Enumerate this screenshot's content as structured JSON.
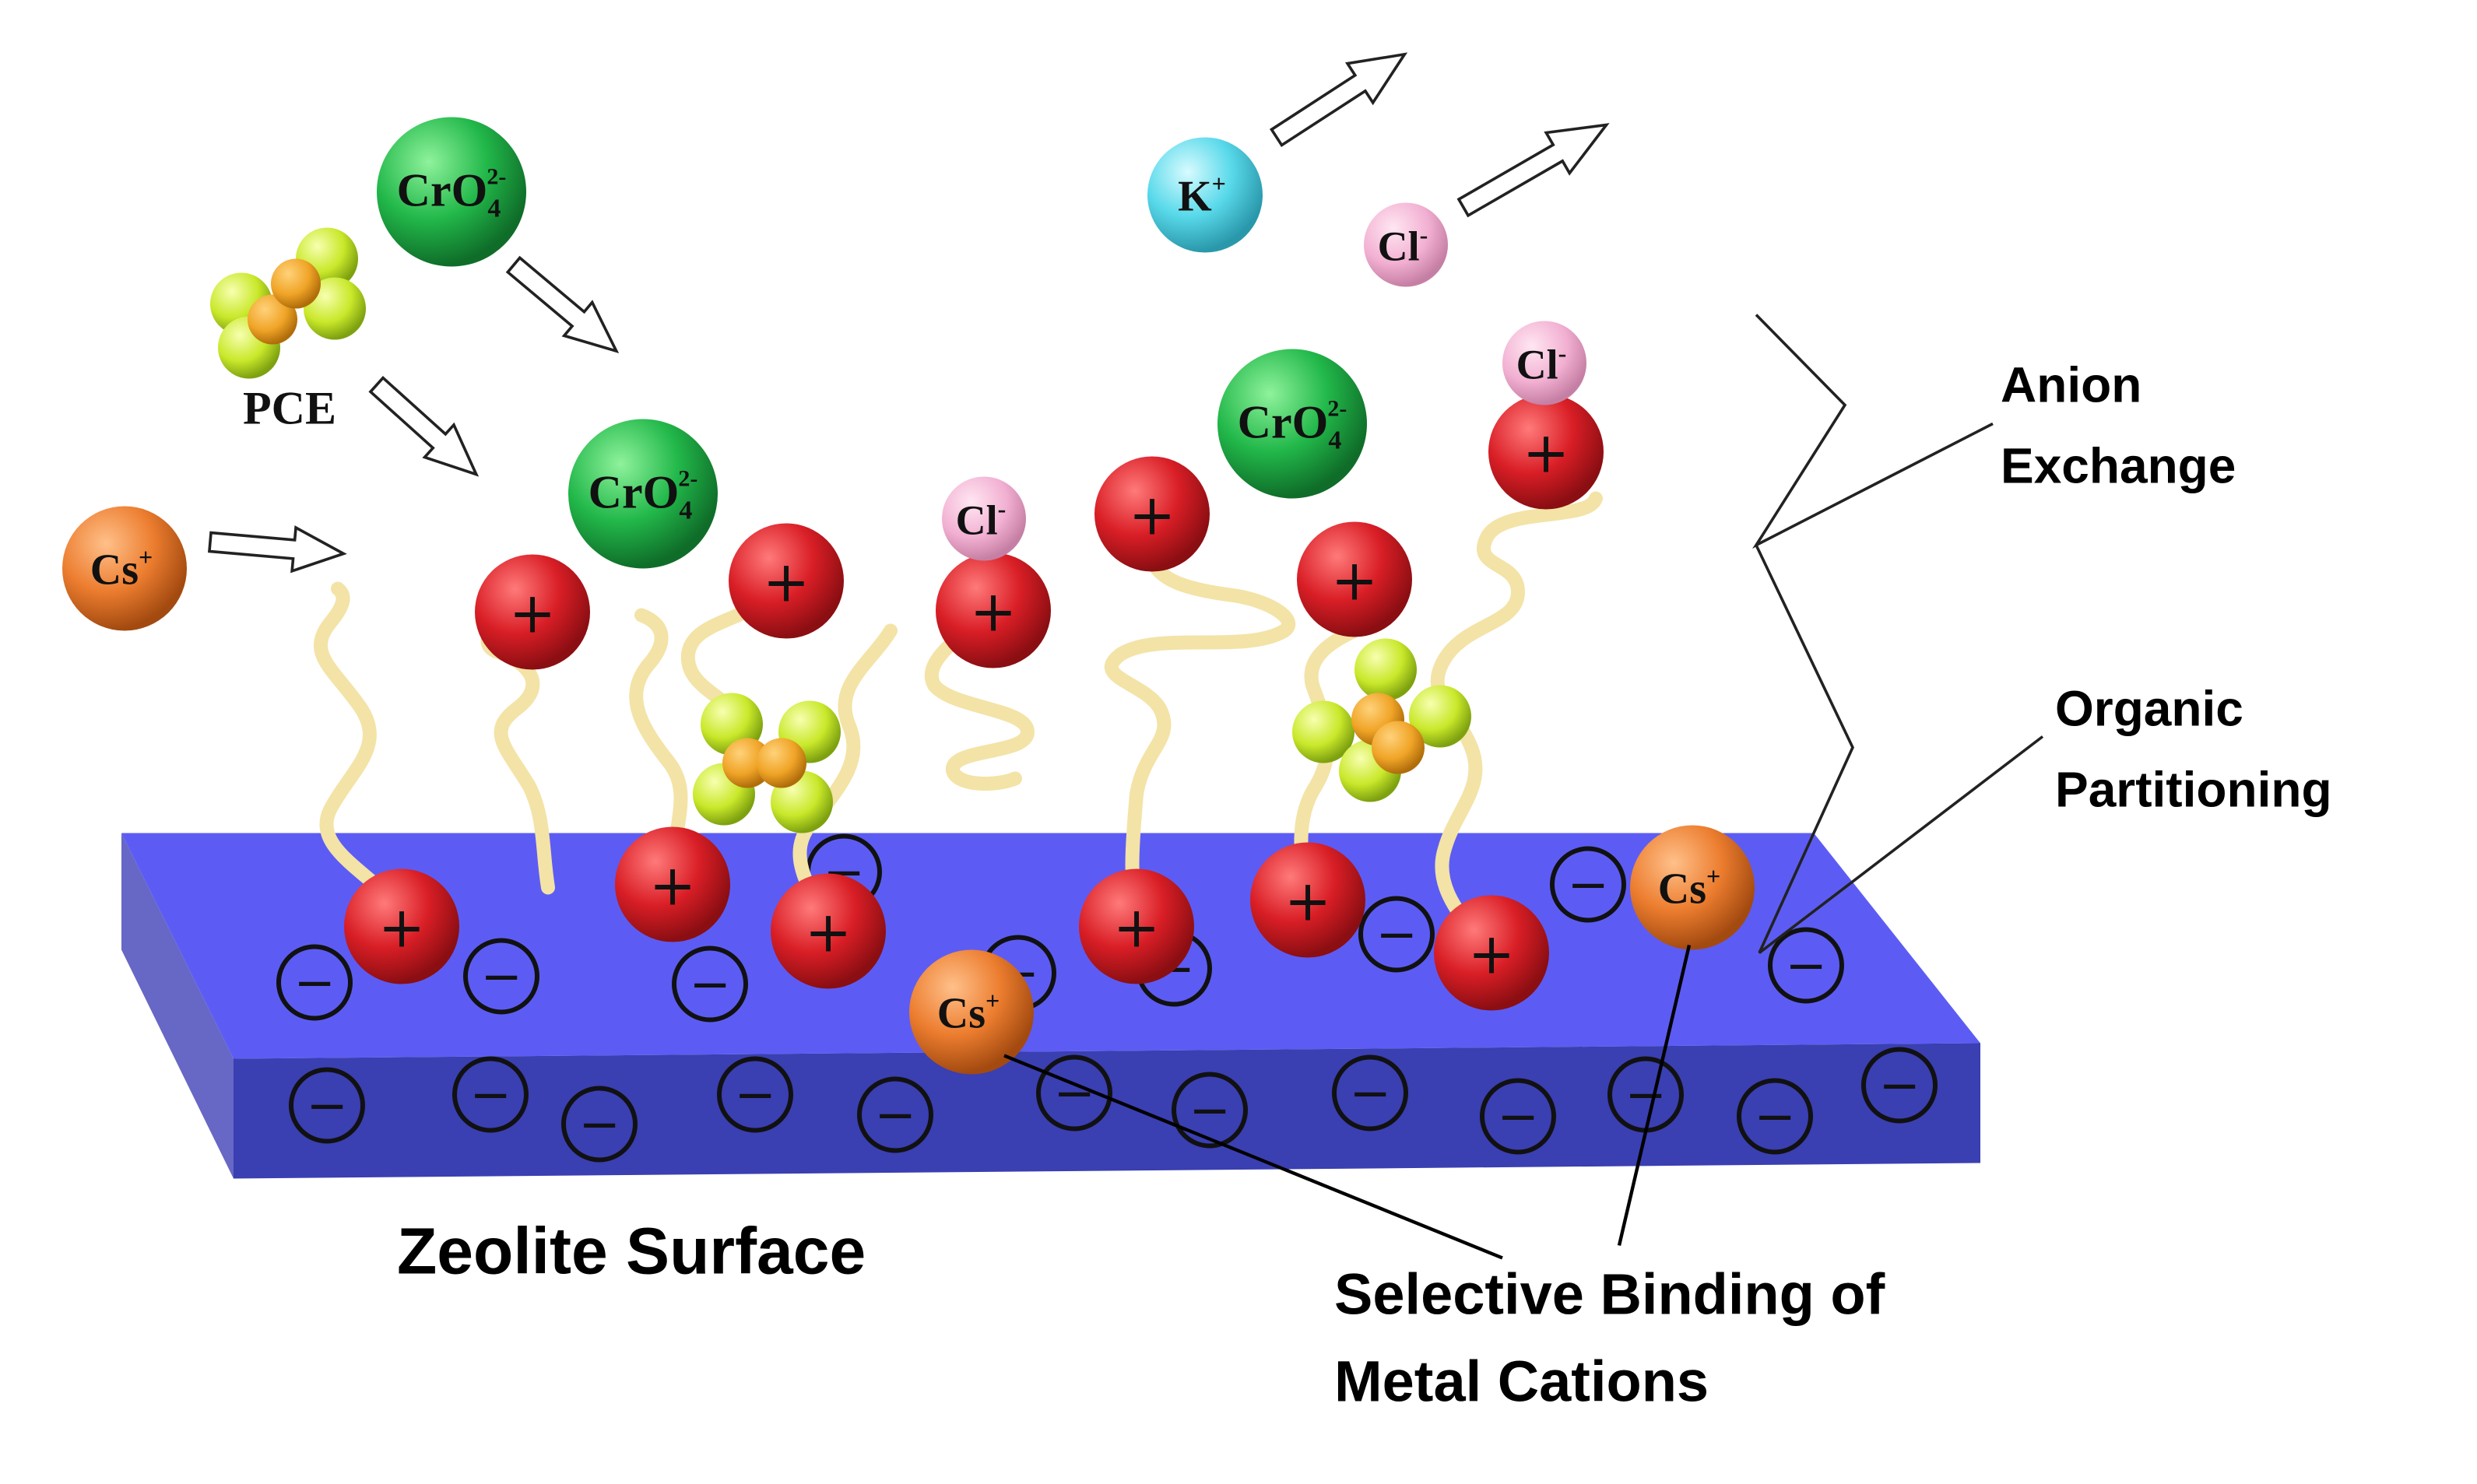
{
  "labels": {
    "anion_exchange": [
      "Anion",
      "Exchange"
    ],
    "organic_partitioning": [
      "Organic",
      "Partitioning"
    ],
    "zeolite_surface": "Zeolite Surface",
    "selective_binding": [
      "Selective Binding of",
      "Metal Cations"
    ],
    "pce": "PCE"
  },
  "ions": {
    "chromate": {
      "base": "CrO",
      "sub": "4",
      "sup": "2-"
    },
    "chloride": {
      "base": "Cl",
      "sup": "-"
    },
    "potassium": {
      "base": "K",
      "sup": "+"
    },
    "cesium": {
      "base": "Cs",
      "sup": "+"
    }
  },
  "symbols": {
    "plus": "+",
    "minus": "−"
  },
  "colors": {
    "surface_top": "#5c5cf4",
    "surface_front": "#3a3fb2",
    "surface_side": "#6767c6",
    "cation_head": "#d91e26",
    "chromate": "#22b84a",
    "chloride": "#f2b0d2",
    "potassium": "#58d9ea",
    "cesium": "#ec7d2f",
    "chain": "#f3e3a6",
    "pce_yellow": "#c9e82a",
    "pce_orange": "#f0a427"
  }
}
